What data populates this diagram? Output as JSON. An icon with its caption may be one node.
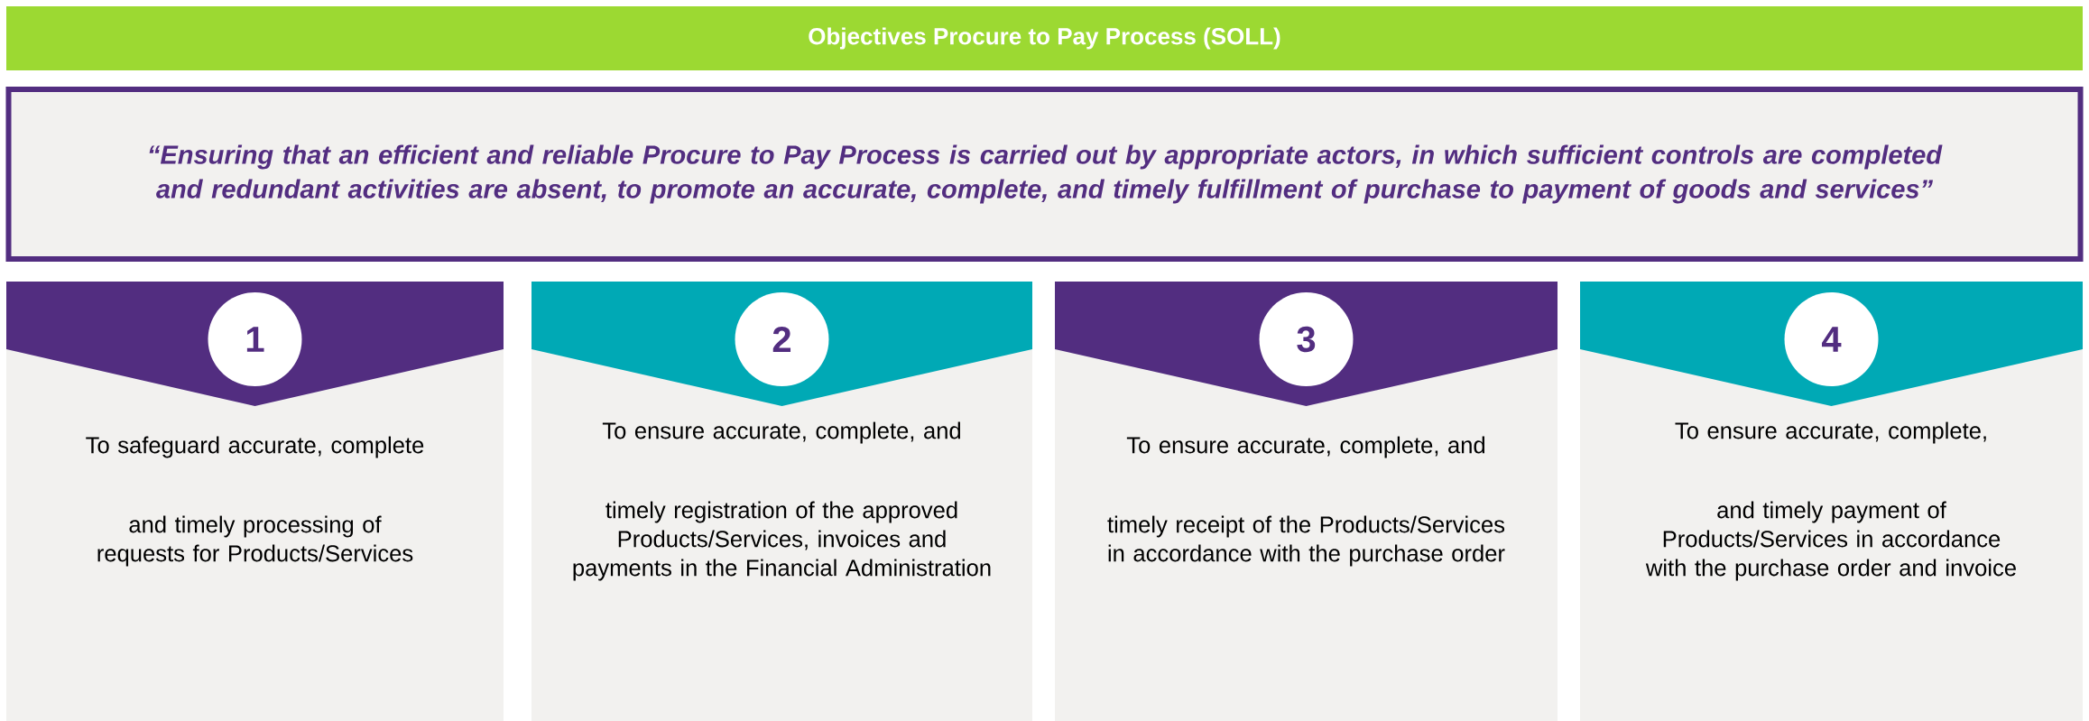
{
  "diagram": {
    "title": "Objectives Procure to Pay Process (SOLL)",
    "nodes": [
      {
        "text": [
          "“Ensuring that an efficient and reliable Procure to Pay Process is carried out by appropriate actors, in which sufficient controls are completed and redundant activities are absent, to promote an accurate, complete, and timely fulfillment of purchase to payment of goods and services”"
        ]
      },
      {
        "text": [
          "To safeguard accurate, complete and timely processing of requests for Products/Services"
        ]
      },
      {
        "text": [
          "1"
        ],
        "in": 1
      },
      {
        "text": [
          "To ensure accurate, complete, and timely registration of the approved Products/Services, invoices and payments in the Financial Administration"
        ]
      },
      {
        "text": [
          "2"
        ],
        "in": 3
      },
      {
        "text": [
          "To ensure accurate, complete, and timely receipt of the Products/Services in accordance with the purchase order"
        ]
      },
      {
        "text": [
          "3"
        ],
        "in": 5
      },
      {
        "text": [
          "To ensure accurate, complete, and timely payment of Products/Services in accordance with the purchase order and invoice"
        ]
      },
      {
        "text": [
          "4"
        ],
        "in": 7
      }
    ]
  }
}
